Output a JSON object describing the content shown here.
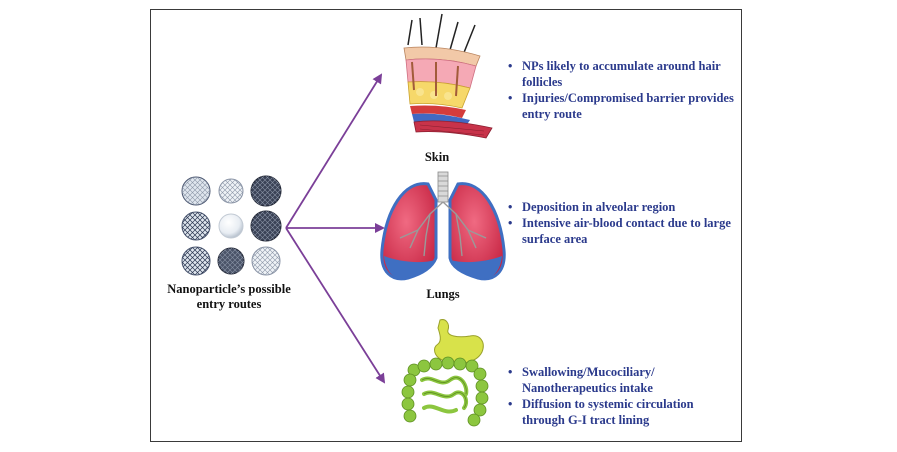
{
  "source": {
    "label_line1": "Nanoparticle’s possible",
    "label_line2": "entry routes"
  },
  "routes": [
    {
      "organ": "Skin",
      "icon": "skin-cross-section-icon",
      "points": [
        "NPs likely to accumulate around hair follicles",
        "Injuries/Compromised barrier provides entry route"
      ]
    },
    {
      "organ": "Lungs",
      "icon": "lungs-icon",
      "points": [
        "Deposition in alveolar region",
        "Intensive air-blood contact due to large surface area"
      ]
    },
    {
      "organ": "",
      "icon": "digestive-tract-icon",
      "points": [
        "Swallowing/Mucociliary/ Nanotherapeutics intake",
        "Diffusion to systemic circulation through G-I tract lining"
      ]
    }
  ],
  "colors": {
    "arrow": "#7b3f98",
    "bullet_text": "#2b3a8c",
    "lung_red": "#d9334f",
    "lung_blue": "#3f6fc2",
    "intestine_green": "#8cc63f",
    "stomach_yellow": "#d8e24a"
  }
}
